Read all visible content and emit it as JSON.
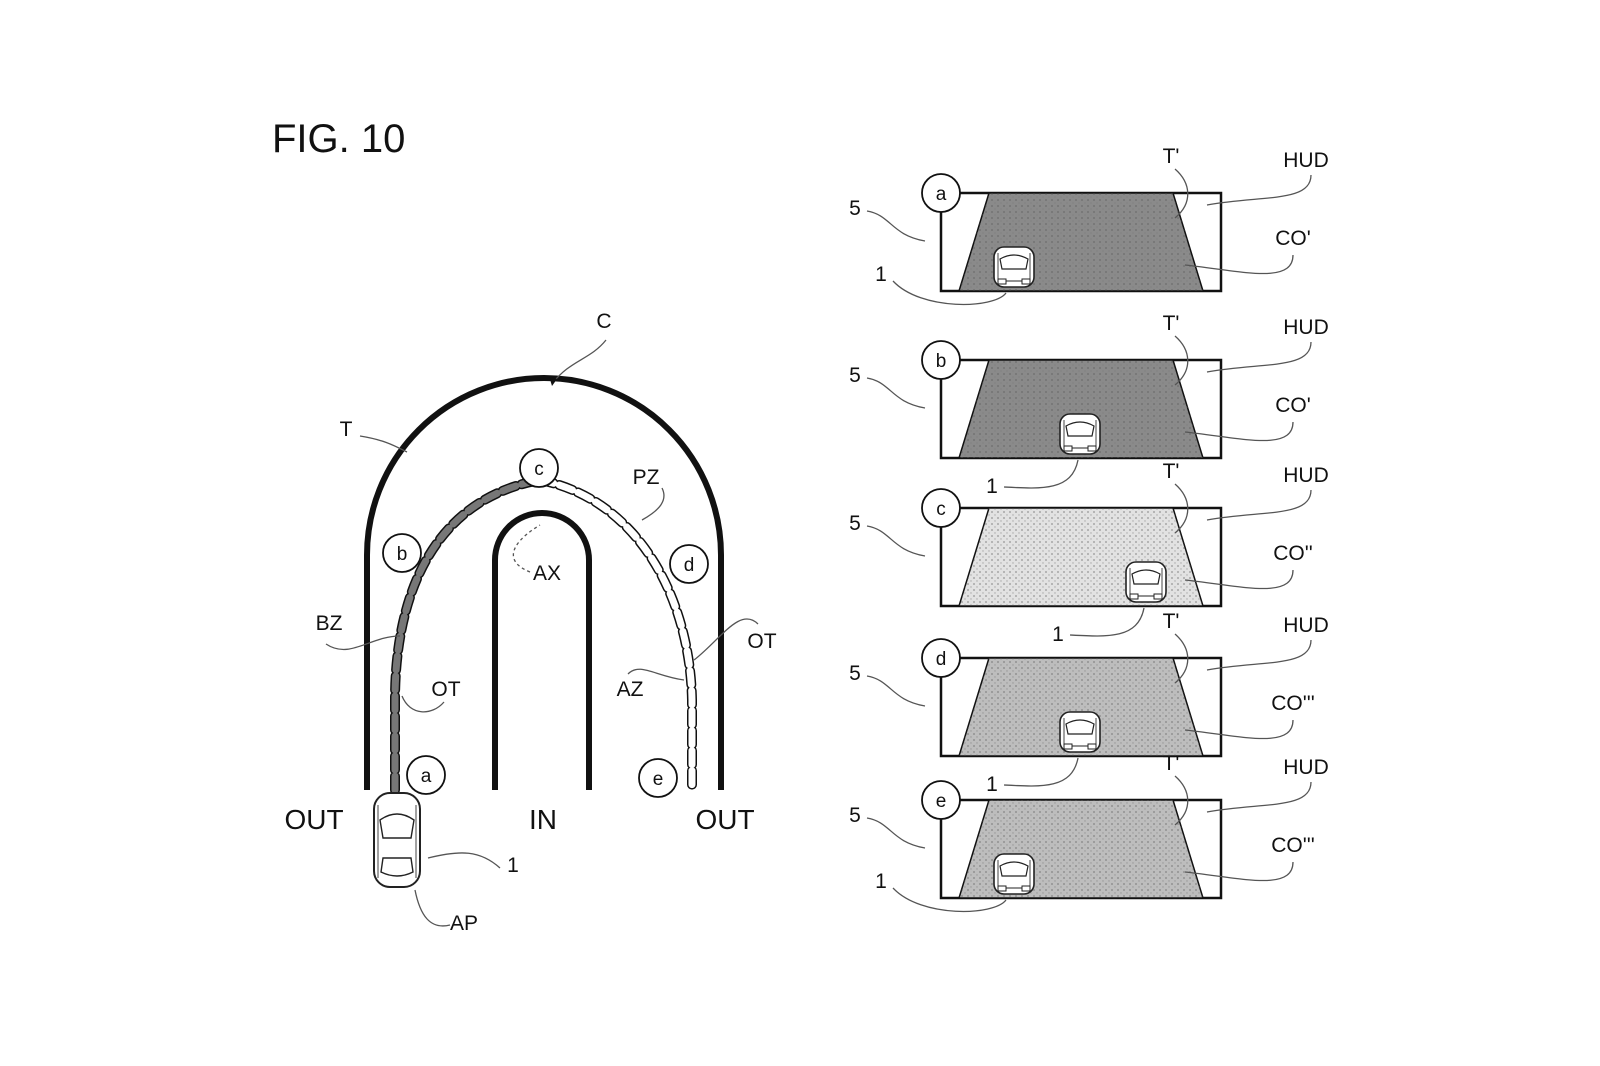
{
  "figure": {
    "title": "FIG. 10"
  },
  "track": {
    "curve_label": "C",
    "track_label": "T",
    "path_label": "PZ",
    "apex_label": "AX",
    "braking_zone_label": "BZ",
    "acceleration_zone_label": "AZ",
    "optimal_trajectory_left": "OT",
    "optimal_trajectory_right": "OT",
    "out_left": "OUT",
    "in_label": "IN",
    "out_right": "OUT",
    "vehicle_ref": "1",
    "point_label": "AP",
    "markers": [
      "a",
      "b",
      "c",
      "d",
      "e"
    ]
  },
  "hud_panels": [
    {
      "marker": "a",
      "display_ref": "5",
      "vehicle_ref": "1",
      "track_label": "T'",
      "hud_label": "HUD",
      "color_label": "CO'",
      "fill": "#8a8a8a",
      "car_position": "left"
    },
    {
      "marker": "b",
      "display_ref": "5",
      "vehicle_ref": "1",
      "track_label": "T'",
      "hud_label": "HUD",
      "color_label": "CO'",
      "fill": "#8a8a8a",
      "car_position": "center"
    },
    {
      "marker": "c",
      "display_ref": "5",
      "vehicle_ref": "1",
      "track_label": "T'",
      "hud_label": "HUD",
      "color_label": "CO''",
      "fill": "#e2e2e2",
      "car_position": "right"
    },
    {
      "marker": "d",
      "display_ref": "5",
      "vehicle_ref": "1",
      "track_label": "T'",
      "hud_label": "HUD",
      "color_label": "CO'''",
      "fill": "#bdbdbd",
      "car_position": "center"
    },
    {
      "marker": "e",
      "display_ref": "5",
      "vehicle_ref": "1",
      "track_label": "T'",
      "hud_label": "HUD",
      "color_label": "CO'''",
      "fill": "#bdbdbd",
      "car_position": "left"
    }
  ],
  "colors": {
    "ink": "#111111",
    "braking_dash": "#777777",
    "accel_dash": "#ffffff"
  }
}
